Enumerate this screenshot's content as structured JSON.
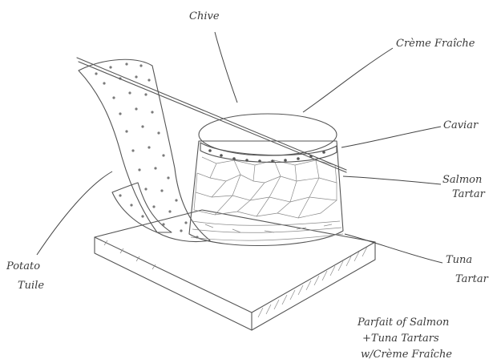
{
  "labels": {
    "chive": "Chive",
    "creme_fraiche": "Crème Fraîche",
    "caviar": "Caviar",
    "salmon_line1": "Salmon",
    "salmon_line2": "Tartar",
    "tuna_line1": "Tuna",
    "tuna_line2": "Tartar",
    "potato_line1": "Potato",
    "potato_line2": "Tuile"
  },
  "caption": {
    "line1": "Parfait of Salmon",
    "line2": "+Tuna Tartars",
    "line3": "w/Crème Fraîche"
  }
}
